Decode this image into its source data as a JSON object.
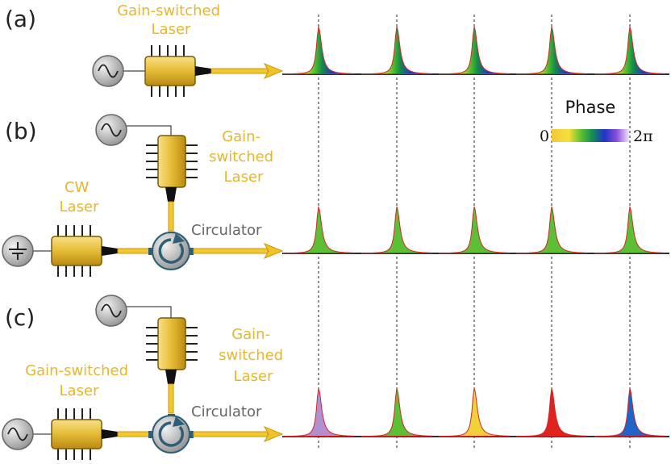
{
  "panels": {
    "a": {
      "label": "(a)",
      "laser_label_lines": [
        "Gain-switched",
        "Laser"
      ]
    },
    "b": {
      "label": "(b)",
      "cw_label_lines": [
        "CW",
        "Laser"
      ],
      "gs_label_lines": [
        "Gain-",
        "switched",
        "Laser"
      ],
      "circulator_label": "Circulator",
      "pulse_colors": [
        "#5cbf35",
        "#5cbf35",
        "#5cbf35",
        "#5cbf35",
        "#5cbf35"
      ]
    },
    "c": {
      "label": "(c)",
      "left_label_lines": [
        "Gain-switched",
        "Laser"
      ],
      "gs_label_lines": [
        "Gain-",
        "switched",
        "Laser"
      ],
      "circulator_label": "Circulator",
      "pulse_colors": [
        "#b38fd1",
        "#5cbf35",
        "#f3d03a",
        "#e0231f",
        "#1f63c9"
      ]
    }
  },
  "phase_legend": {
    "title": "Phase",
    "min_label": "0",
    "max_label": "2π",
    "colors": [
      "#f1c83a",
      "#f7e13a",
      "#5cc22f",
      "#148f52",
      "#1f35c8",
      "#8b4fd8",
      "#f3e3f8"
    ]
  },
  "colors": {
    "laser_body": "#e8bf3a",
    "fiber": "#f4c72f",
    "source_grey": "#9a9a9a",
    "pulse_outline": "#d42727"
  }
}
